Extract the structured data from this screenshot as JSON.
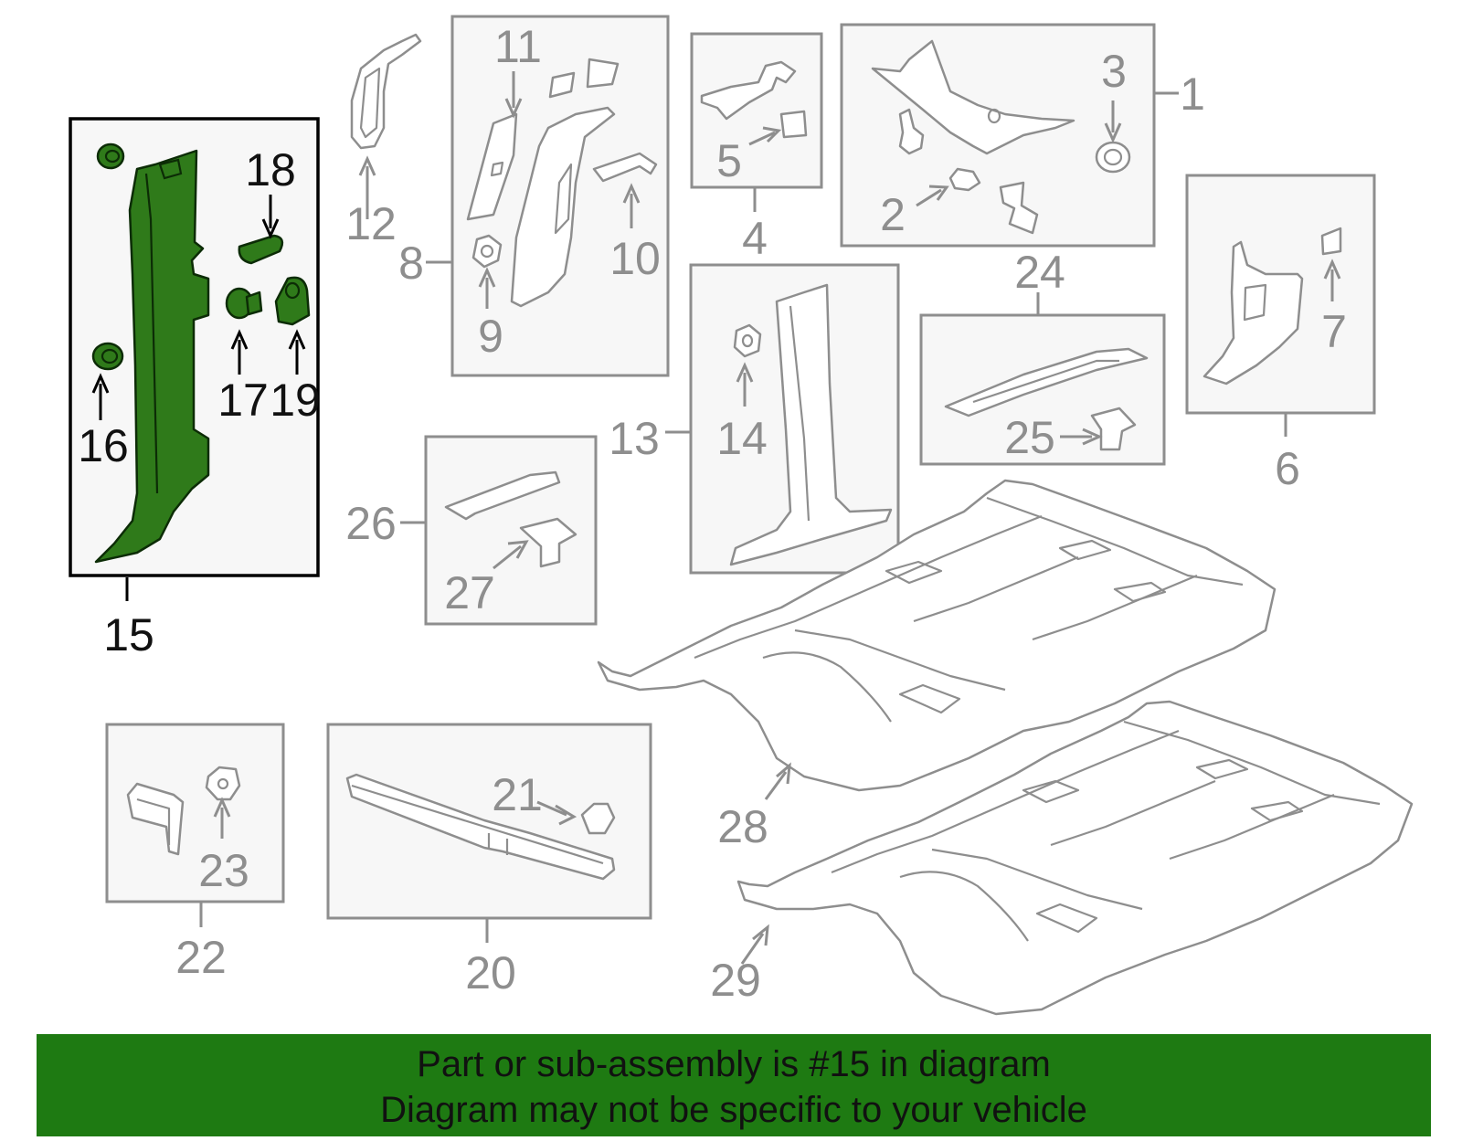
{
  "diagram": {
    "callouts": {
      "c1": "1",
      "c2": "2",
      "c3": "3",
      "c4": "4",
      "c5": "5",
      "c6": "6",
      "c7": "7",
      "c8": "8",
      "c9": "9",
      "c10": "10",
      "c11": "11",
      "c12": "12",
      "c13": "13",
      "c14": "14",
      "c15": "15",
      "c16": "16",
      "c17": "17",
      "c18": "18",
      "c19": "19",
      "c20": "20",
      "c21": "21",
      "c22": "22",
      "c23": "23",
      "c24": "24",
      "c25": "25",
      "c26": "26",
      "c27": "27",
      "c28": "28",
      "c29": "29"
    },
    "highlight_part": "15",
    "colors": {
      "highlight_fill": "#2f7a1a",
      "line_gray": "#8e8e8e",
      "banner_green": "#1e7a12"
    }
  },
  "banner": {
    "line1": "Part or sub-assembly is #15 in diagram",
    "line2": "Diagram may not be specific to your vehicle"
  }
}
